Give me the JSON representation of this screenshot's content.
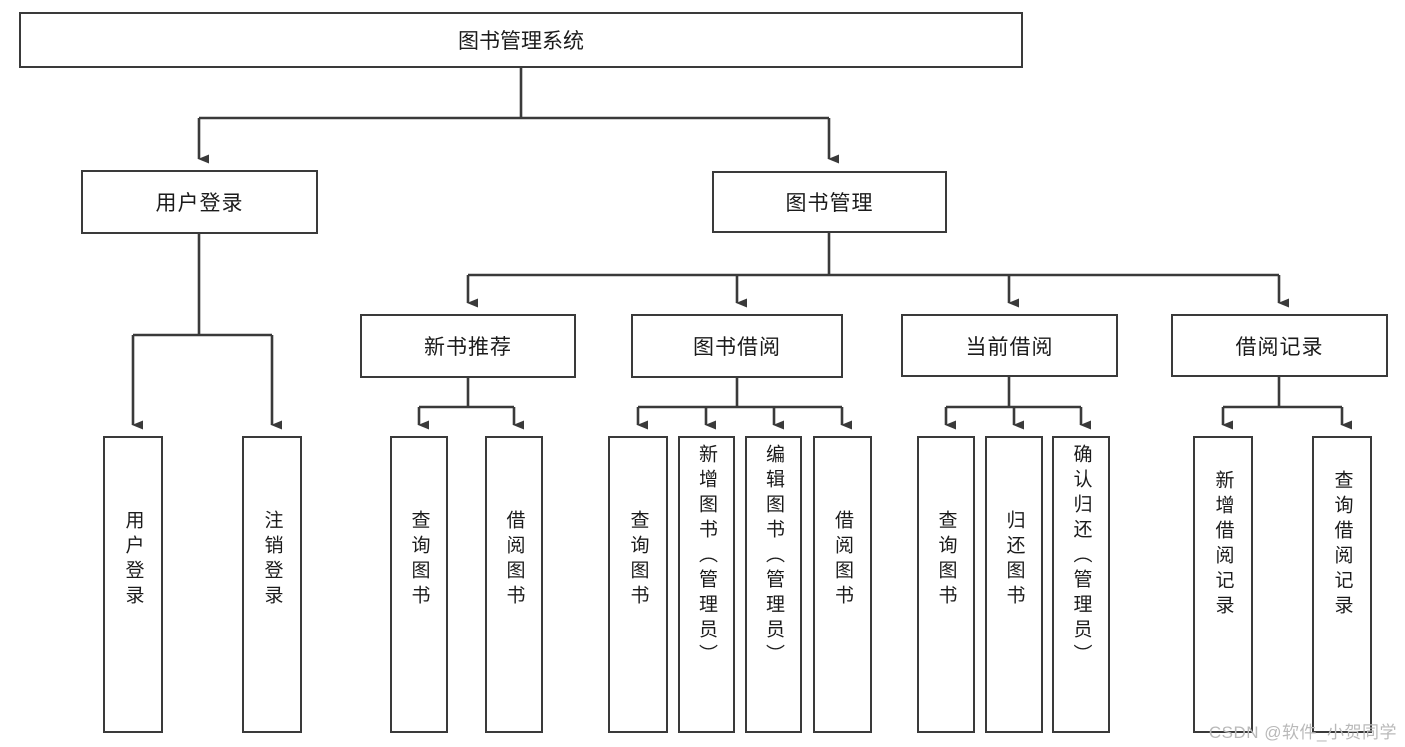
{
  "diagram": {
    "type": "hierarchy-tree",
    "title": "图书管理系统",
    "watermark": "CSDN @软件_小贺同学",
    "colors": {
      "node_border": "#3a3a3a",
      "node_fill": "#ffffff",
      "edge": "#3a3a3a",
      "text": "#1b1b1b",
      "watermark": "#b9b9b9",
      "background": "#ffffff"
    },
    "root": {
      "label": "图书管理系统"
    },
    "level1": [
      {
        "id": "user-login",
        "label": "用户登录"
      },
      {
        "id": "book-management",
        "label": "图书管理"
      }
    ],
    "level2": [
      {
        "id": "new-book-recommend",
        "label": "新书推荐",
        "parent": "book-management"
      },
      {
        "id": "book-borrow",
        "label": "图书借阅",
        "parent": "book-management"
      },
      {
        "id": "current-borrow",
        "label": "当前借阅",
        "parent": "book-management"
      },
      {
        "id": "borrow-record",
        "label": "借阅记录",
        "parent": "book-management"
      }
    ],
    "leaves": {
      "user-login": [
        {
          "id": "leaf-user-login",
          "label": "用户登录"
        },
        {
          "id": "leaf-logout",
          "label": "注销登录"
        }
      ],
      "new-book-recommend": [
        {
          "id": "leaf-query-book-1",
          "label": "查询图书"
        },
        {
          "id": "leaf-borrow-book-1",
          "label": "借阅图书"
        }
      ],
      "book-borrow": [
        {
          "id": "leaf-query-book-2",
          "label": "查询图书"
        },
        {
          "id": "leaf-add-book",
          "label": "新增图书（管理员）"
        },
        {
          "id": "leaf-edit-book",
          "label": "编辑图书（管理员）"
        },
        {
          "id": "leaf-borrow-book-2",
          "label": "借阅图书"
        }
      ],
      "current-borrow": [
        {
          "id": "leaf-query-book-3",
          "label": "查询图书"
        },
        {
          "id": "leaf-return-book",
          "label": "归还图书"
        },
        {
          "id": "leaf-confirm-return",
          "label": "确认归还（管理员）"
        }
      ],
      "borrow-record": [
        {
          "id": "leaf-add-record",
          "label": "新增借阅记录"
        },
        {
          "id": "leaf-query-record",
          "label": "查询借阅记录"
        }
      ]
    }
  }
}
